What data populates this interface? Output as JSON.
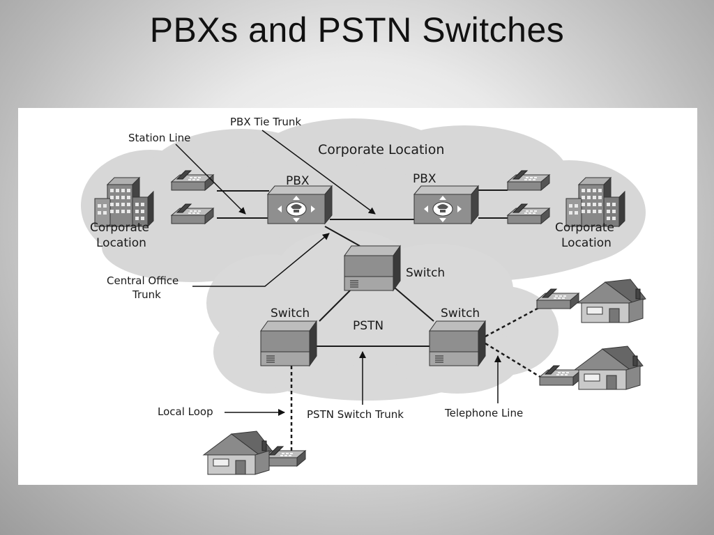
{
  "slide": {
    "title": "PBXs and PSTN Switches"
  },
  "diagram": {
    "labels": {
      "station_line": "Station Line",
      "pbx_tie_trunk": "PBX Tie Trunk",
      "corporate_location_cloud": "Corporate Location",
      "pbx_left": "PBX",
      "pbx_right": "PBX",
      "corporate_location_left": [
        "Corporate",
        "Location"
      ],
      "corporate_location_right": [
        "Corporate",
        "Location"
      ],
      "central_office_trunk": [
        "Central Office",
        "Trunk"
      ],
      "switch_top": "Switch",
      "switch_left": "Switch",
      "switch_right": "Switch",
      "pstn": "PSTN",
      "local_loop": "Local Loop",
      "pstn_switch_trunk": "PSTN Switch Trunk",
      "telephone_line": "Telephone Line"
    }
  }
}
